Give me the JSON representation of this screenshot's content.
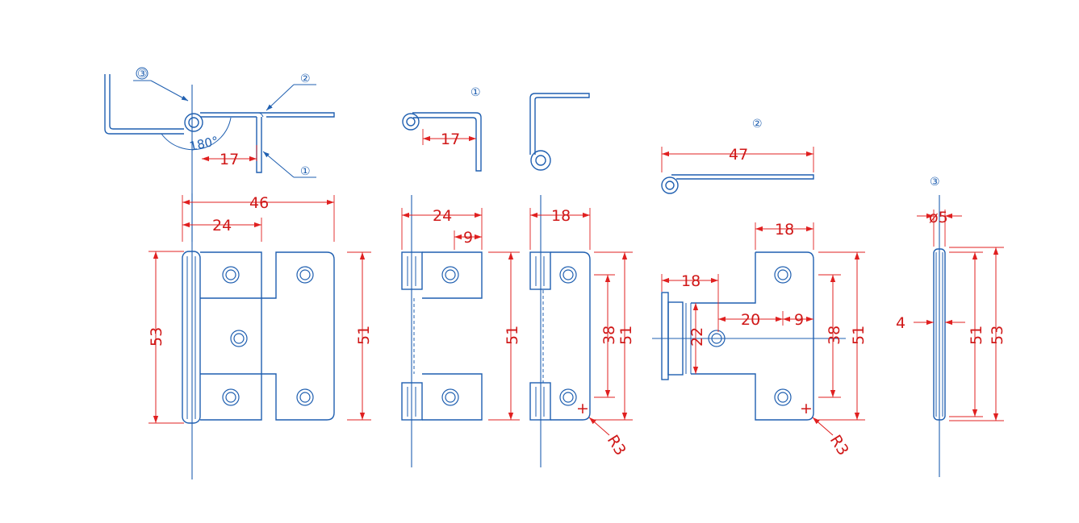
{
  "callouts": {
    "part1": "①",
    "part2": "②",
    "part3": "③"
  },
  "angle": "180°",
  "dims": {
    "top_17": "17",
    "view1_17": "17",
    "view2_47": "47",
    "total_46": "46",
    "leaf_24": "24",
    "h_53": "53",
    "h_51": "51",
    "v1_24": "24",
    "v1_9": "9",
    "v1_51": "51",
    "v2_18": "18",
    "v2_38": "38",
    "v2_51": "51",
    "v2_r3": "R3",
    "v3_18_top": "18",
    "v3_18_side": "18",
    "v3_20": "20",
    "v3_9": "9",
    "v3_22": "22",
    "v3_38": "38",
    "v3_51": "51",
    "v3_r3": "R3",
    "pin_d5": "ø5",
    "pin_4": "4",
    "pin_51": "51",
    "pin_53": "53"
  },
  "colors": {
    "part": "#1f5fb0",
    "dimension": "#e02020"
  }
}
